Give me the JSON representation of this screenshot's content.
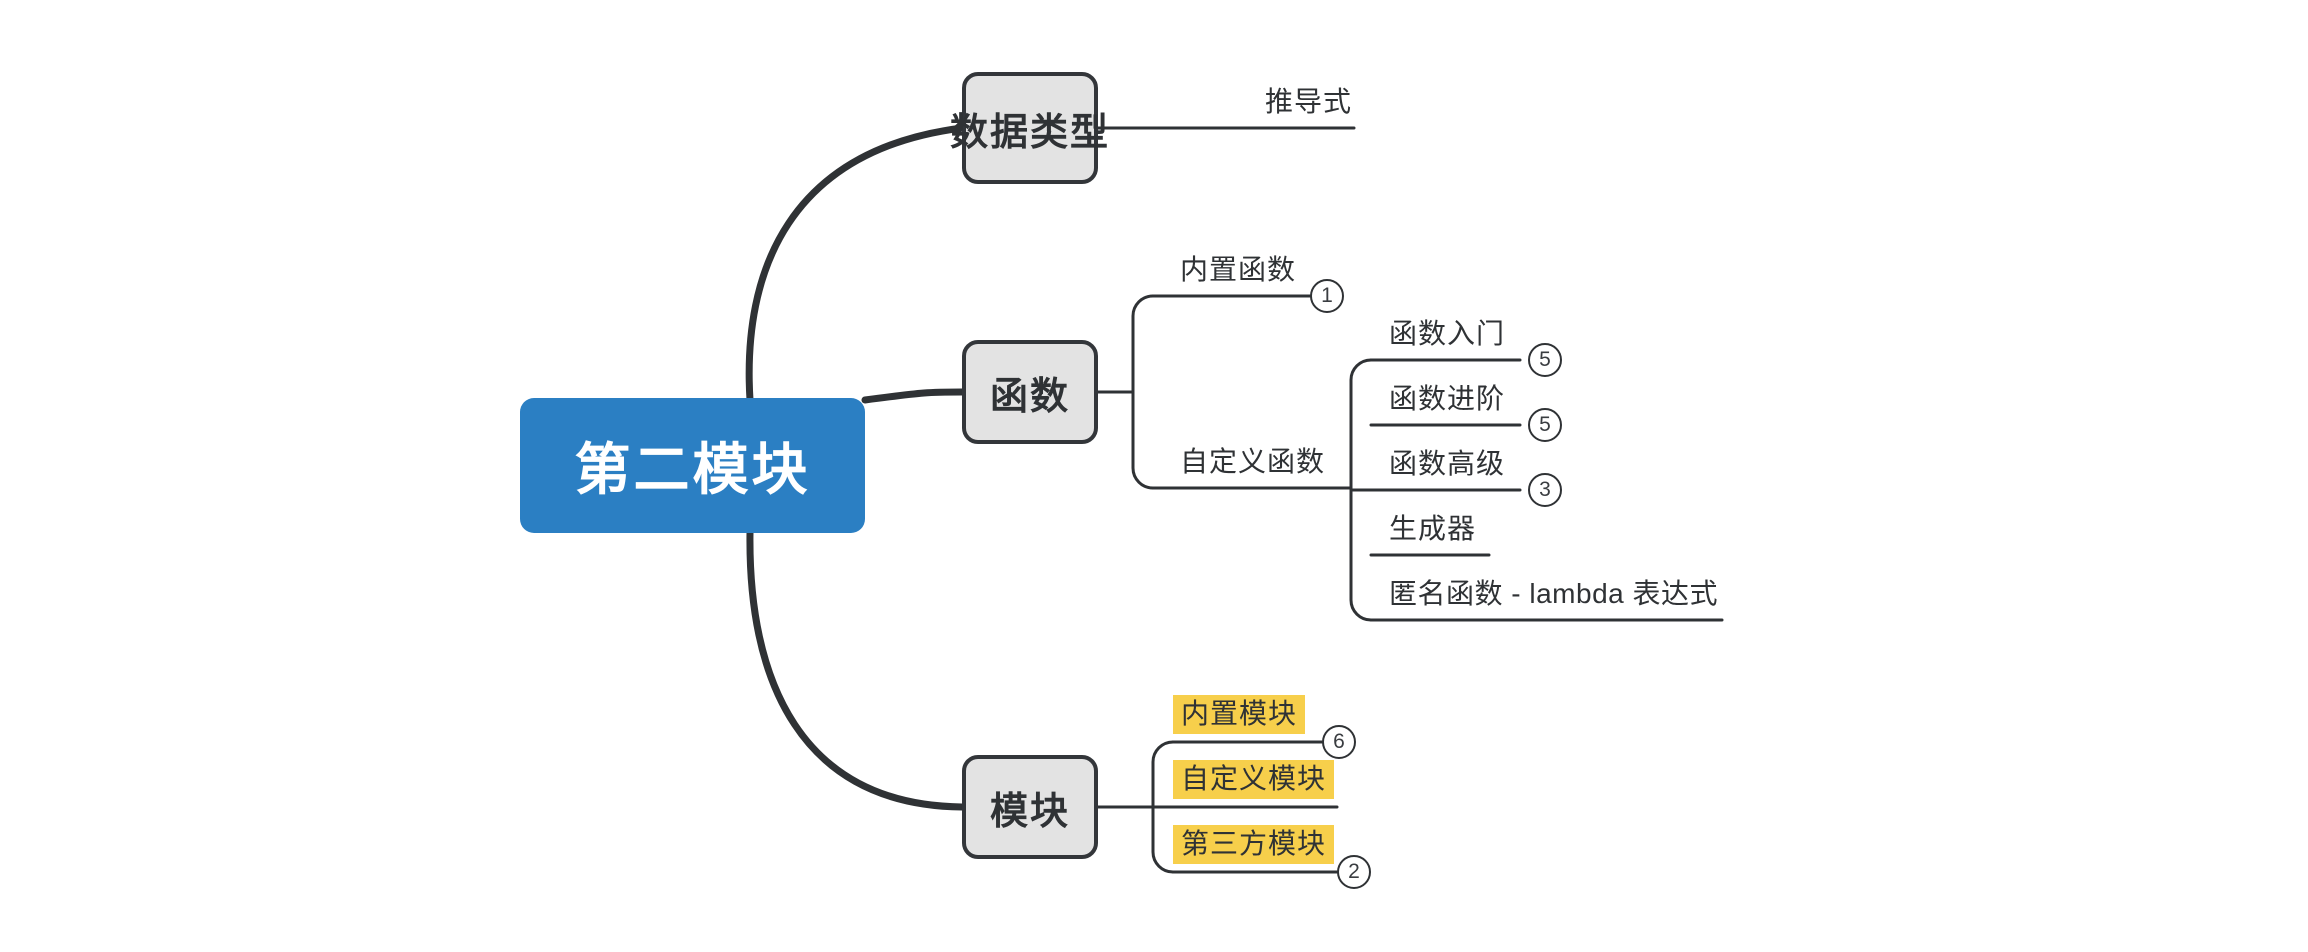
{
  "diagram": {
    "type": "mindmap",
    "title": "第二模块",
    "background": "#ffffff",
    "colors": {
      "root_fill": "#2b7fc3",
      "root_text": "#ffffff",
      "topic_fill": "#e3e3e3",
      "topic_stroke": "#33363a",
      "highlight": "#f7cf4b",
      "line": "#2f3235",
      "text": "#2f3235"
    }
  },
  "root": {
    "label": "第二模块"
  },
  "branches": [
    {
      "id": "data-types",
      "label": "数据类型",
      "children": [
        {
          "label": "推导式",
          "badge": "",
          "highlight": false
        }
      ]
    },
    {
      "id": "functions",
      "label": "函数",
      "children": [
        {
          "label": "内置函数",
          "badge": "1",
          "highlight": false
        },
        {
          "label": "自定义函数",
          "badge": "",
          "highlight": false,
          "children": [
            {
              "label": "函数入门",
              "badge": "5",
              "highlight": false
            },
            {
              "label": "函数进阶",
              "badge": "5",
              "highlight": false
            },
            {
              "label": "函数高级",
              "badge": "3",
              "highlight": false
            },
            {
              "label": "生成器",
              "badge": "",
              "highlight": false
            },
            {
              "label": "匿名函数 - lambda 表达式",
              "badge": "",
              "highlight": false
            }
          ]
        }
      ]
    },
    {
      "id": "modules",
      "label": "模块",
      "children": [
        {
          "label": "内置模块",
          "badge": "6",
          "highlight": true
        },
        {
          "label": "自定义模块",
          "badge": "",
          "highlight": true
        },
        {
          "label": "第三方模块",
          "badge": "2",
          "highlight": true
        }
      ]
    }
  ]
}
